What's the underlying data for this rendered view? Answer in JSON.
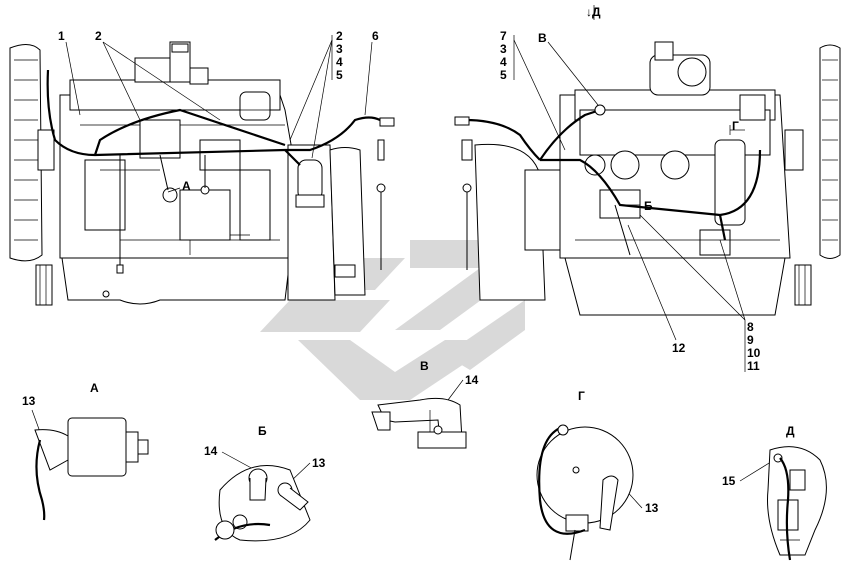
{
  "diagram": {
    "callouts": {
      "c1": "1",
      "c2": "2",
      "c3": "3",
      "c4": "4",
      "c5": "5",
      "c6": "6",
      "c7": "7",
      "c8": "8",
      "c9": "9",
      "c10": "10",
      "c11": "11",
      "c12": "12",
      "c13": "13",
      "c14": "14",
      "c15": "15"
    },
    "view_letters": {
      "a": "А",
      "b": "Б",
      "v": "В",
      "g": "Г",
      "d": "Д"
    },
    "view_arrow": "↓Д",
    "detail_titles": {
      "a": "А",
      "b": "Б",
      "v": "В",
      "g": "Г",
      "d": "Д"
    },
    "colors": {
      "line": "#000000",
      "watermark": "#d9d9d9",
      "background": "#ffffff"
    }
  }
}
